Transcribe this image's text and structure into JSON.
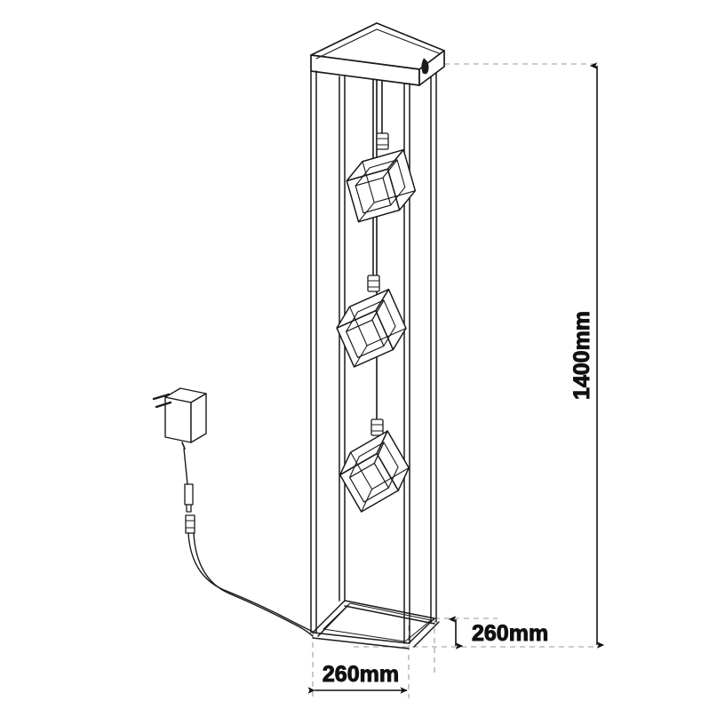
{
  "drawing": {
    "title": "Floor Lamp Dimension Drawing",
    "product": "3-light cube pendant floor lamp",
    "background_color": "#ffffff",
    "line_color": "#1a1a1a",
    "guide_color": "#9a9a9a",
    "units": "mm",
    "projection": "isometric"
  },
  "dimensions": {
    "height": {
      "label": "1400mm",
      "value": 1400,
      "unit": "mm",
      "orientation": "vertical",
      "rotated_text": true,
      "arrow_style": "double-ended"
    },
    "depth": {
      "label": "260mm",
      "value": 260,
      "unit": "mm",
      "orientation": "vertical",
      "rotated_text": false,
      "arrow_style": "double-ended"
    },
    "width": {
      "label": "260mm",
      "value": 260,
      "unit": "mm",
      "orientation": "horizontal",
      "rotated_text": false,
      "arrow_style": "double-ended"
    }
  },
  "parts": {
    "top_canopy": "top-canopy-box",
    "frame": "rectangular-open-frame",
    "posts_count": 4,
    "pendants": [
      {
        "name": "cube-pendant-upper",
        "rotation": -16
      },
      {
        "name": "cube-pendant-middle",
        "rotation": -24
      },
      {
        "name": "cube-pendant-lower",
        "rotation": -30
      }
    ],
    "power_adapter": "plug-power-adapter",
    "connector": "dc-barrel-connector",
    "cable": "power-cable"
  }
}
